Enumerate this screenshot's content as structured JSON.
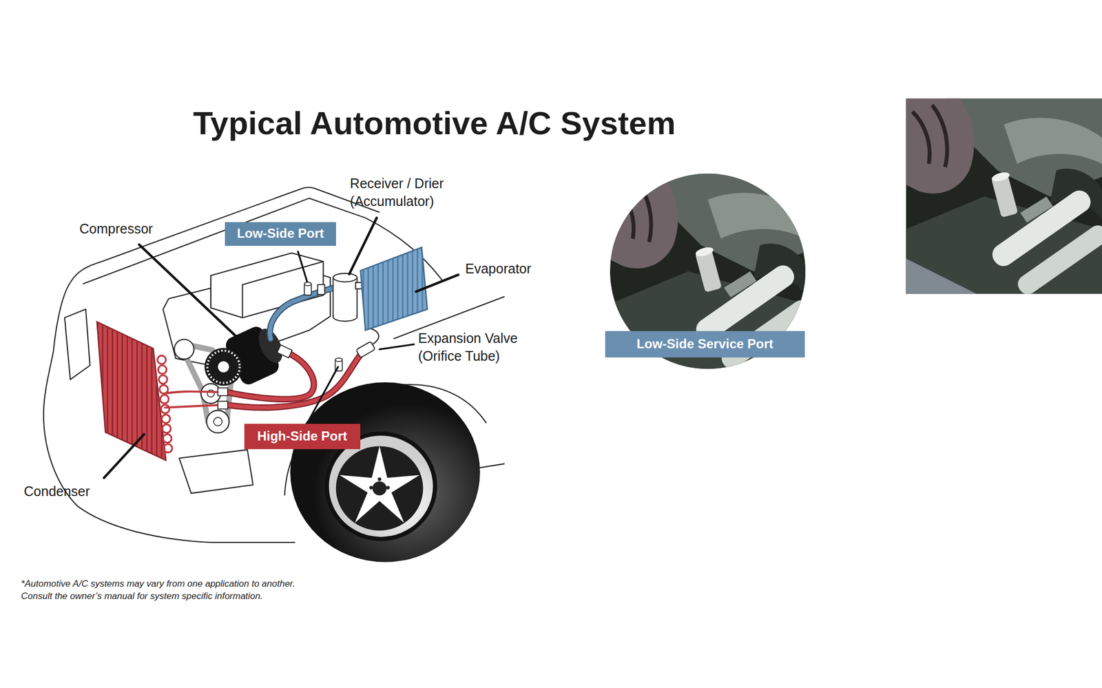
{
  "diagram": {
    "title": "Typical Automotive A/C System",
    "nodes": [
      {
        "text": [
          "Low-Side Port"
        ]
      },
      {
        "text": [
          "High-Side Port"
        ]
      },
      {
        "text": [
          "Low-Side Service Port"
        ]
      }
    ],
    "labels": [
      "Compressor",
      "Receiver / Drier (Accumulator)",
      "Evaporator",
      "Expansion Valve (Orifice Tube)",
      "Condenser",
      "*Automotive A/C systems may vary from one application to another. Consult the owner’s manual for system specific information."
    ]
  }
}
